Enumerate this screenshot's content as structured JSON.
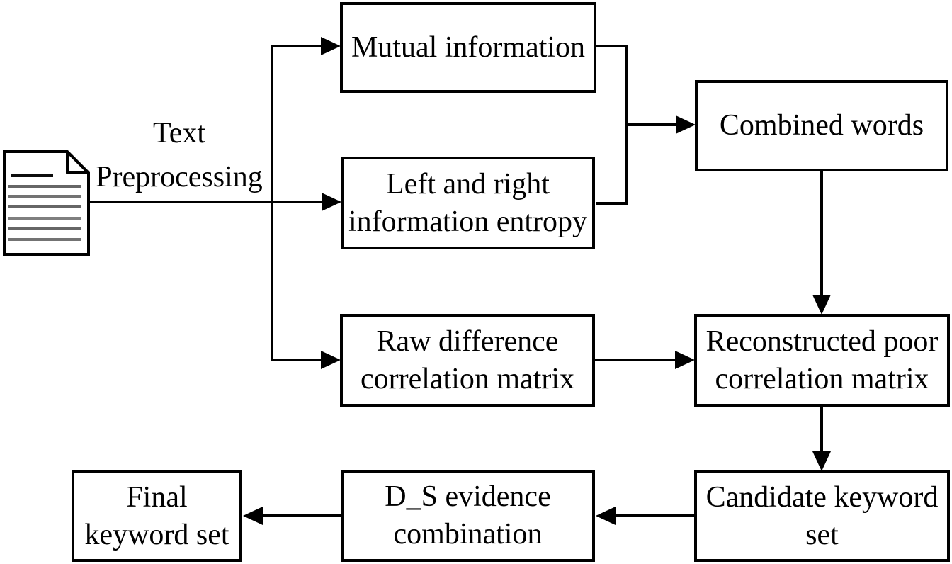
{
  "diagram": {
    "type": "flowchart",
    "background_color": "#ffffff",
    "line_color": "#000000",
    "box_border_color": "#000000",
    "box_fill_color": "#ffffff",
    "text_color": "#000000"
  },
  "flow_label": {
    "text": "Text\nPreprocessing"
  },
  "icons": {
    "document": {
      "name": "document-icon",
      "body_fill": "#b9d8ef",
      "highlight_fill": "#ffffff",
      "outline_color": "#000000",
      "text_line_color": "#5d9bcd",
      "fold_fill": "#fdfeff"
    }
  },
  "nodes": {
    "mutual_information": {
      "label": "Mutual information"
    },
    "left_right_entropy": {
      "label": "Left and right\ninformation entropy"
    },
    "combined_words": {
      "label": "Combined words"
    },
    "raw_difference": {
      "label": "Raw difference\ncorrelation matrix"
    },
    "reconstructed_poor": {
      "label": "Reconstructed poor\ncorrelation matrix"
    },
    "candidate_keyword": {
      "label": "Candidate keyword\nset"
    },
    "ds_evidence": {
      "label": "D_S evidence\ncombination"
    },
    "final_keyword": {
      "label": "Final\nkeyword set"
    }
  },
  "edges": [
    {
      "from": "document",
      "to": "mutual_information",
      "label": "Text Preprocessing"
    },
    {
      "from": "document",
      "to": "left_right_entropy",
      "label": "Text Preprocessing"
    },
    {
      "from": "document",
      "to": "raw_difference",
      "label": "Text Preprocessing"
    },
    {
      "from": "mutual_information",
      "to": "combined_words",
      "label": ""
    },
    {
      "from": "left_right_entropy",
      "to": "combined_words",
      "label": ""
    },
    {
      "from": "combined_words",
      "to": "reconstructed_poor",
      "label": ""
    },
    {
      "from": "raw_difference",
      "to": "reconstructed_poor",
      "label": ""
    },
    {
      "from": "reconstructed_poor",
      "to": "candidate_keyword",
      "label": ""
    },
    {
      "from": "candidate_keyword",
      "to": "ds_evidence",
      "label": ""
    },
    {
      "from": "ds_evidence",
      "to": "final_keyword",
      "label": ""
    }
  ]
}
